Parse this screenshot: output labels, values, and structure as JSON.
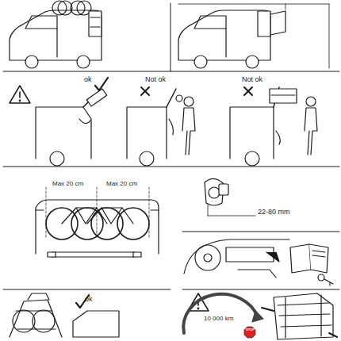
{
  "diagram": {
    "labels": [
      "ok",
      "Not ok",
      "Not ok",
      "Max 20 cm",
      "Max 20 cm",
      "22-80 mm",
      "ok",
      "10 000 km",
      "STOP"
    ]
  }
}
